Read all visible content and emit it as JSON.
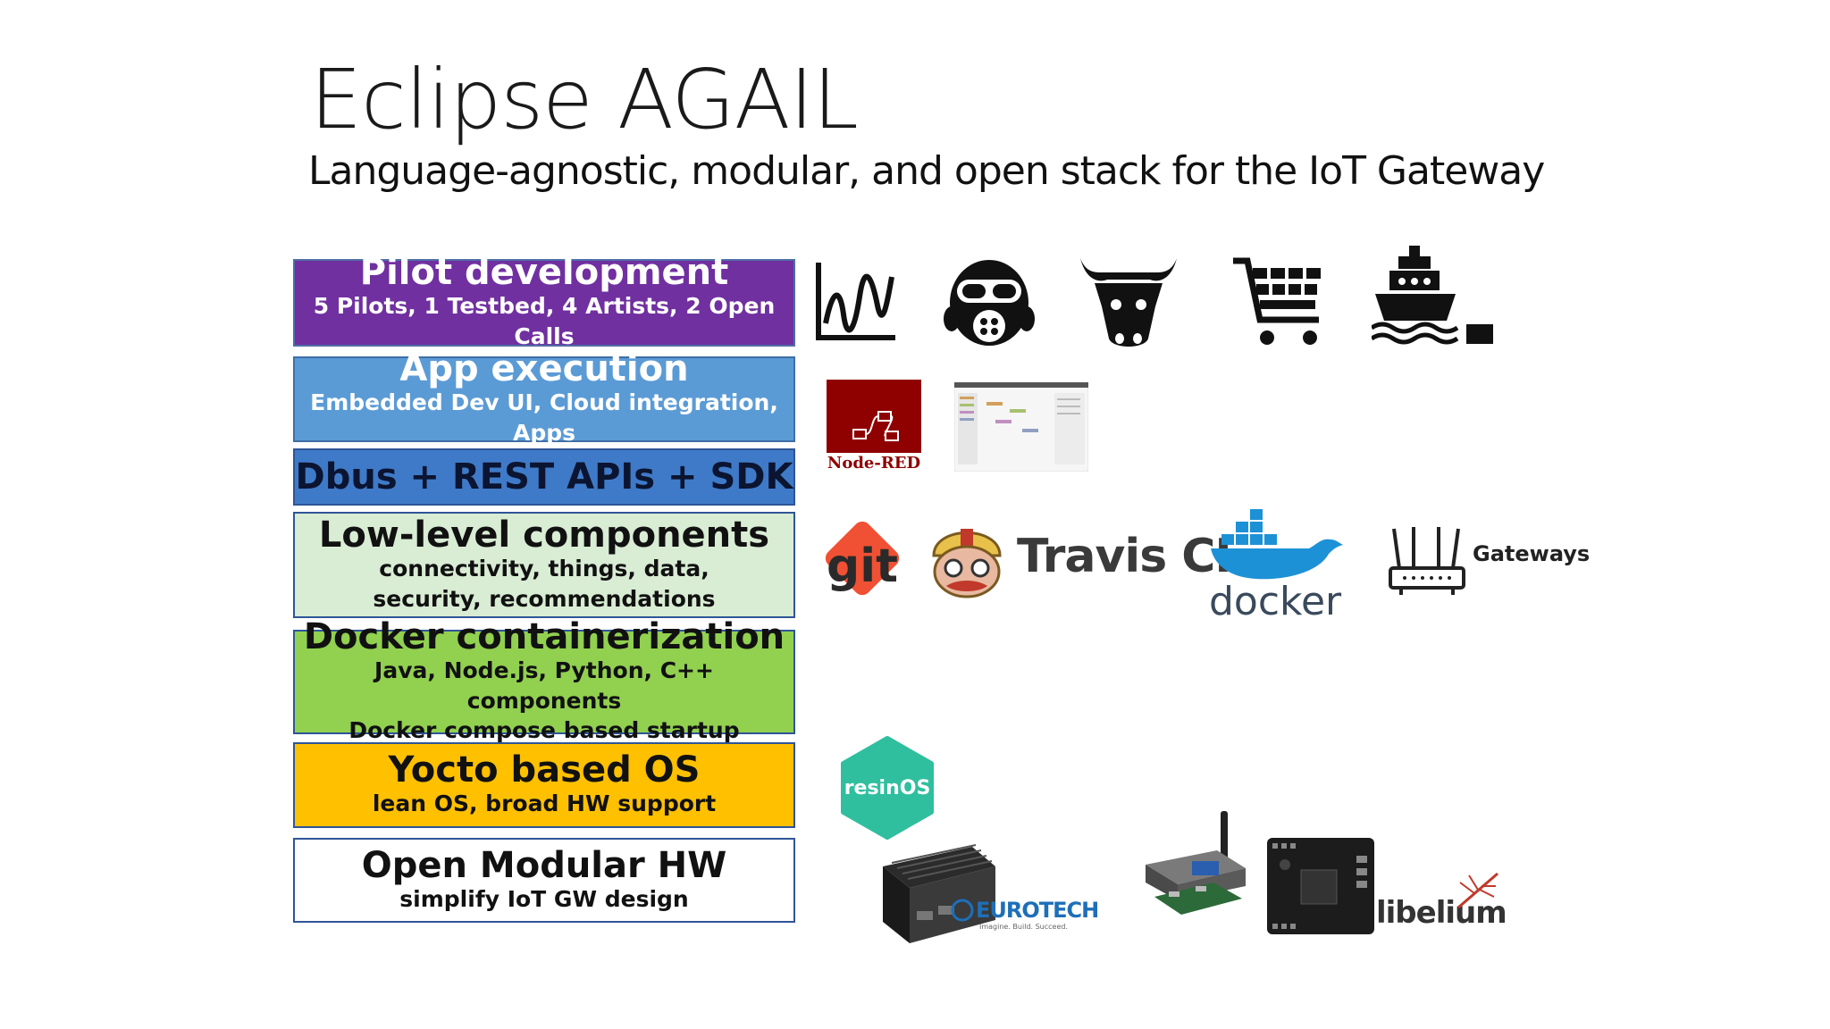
{
  "slide": {
    "title": "Eclipse AGAIL",
    "subtitle": "Language-agnostic, modular, and open stack for the IoT Gateway"
  },
  "stack": [
    {
      "title": "Pilot development",
      "sub": "5 Pilots, 1 Testbed, 4 Artists, 2 Open Calls",
      "color": "#7030a0"
    },
    {
      "title": "App execution",
      "sub": "Embedded Dev UI, Cloud integration, Apps",
      "color": "#5b9bd5"
    },
    {
      "title": "Dbus + REST APIs + SDK",
      "sub": "",
      "color": "#3f7ac8"
    },
    {
      "title": "Low-level components",
      "sub": "connectivity, things, data, security, recommendations",
      "color": "#d9ecd4"
    },
    {
      "title": "Docker containerization",
      "sub1": "Java, Node.js, Python, C++ components",
      "sub2": "Docker compose based startup",
      "color": "#92d050"
    },
    {
      "title": "Yocto based OS",
      "sub": "lean OS, broad HW support",
      "color": "#ffc000"
    },
    {
      "title": "Open Modular HW",
      "sub": "simplify IoT GW design",
      "color": "#ffffff"
    }
  ],
  "logos": {
    "nodered": "Node-RED",
    "git": "git",
    "travis": "Travis CI",
    "docker": "docker",
    "gateways": "Gateways",
    "resinos": "resinOS",
    "eurotech": "EUROTECH",
    "eurotech_tagline": "Imagine. Build. Succeed.",
    "libelium": "libelium"
  },
  "icons": [
    "chart-icon",
    "gas-mask-icon",
    "cow-icon",
    "shopping-cart-icon",
    "ship-icon"
  ]
}
